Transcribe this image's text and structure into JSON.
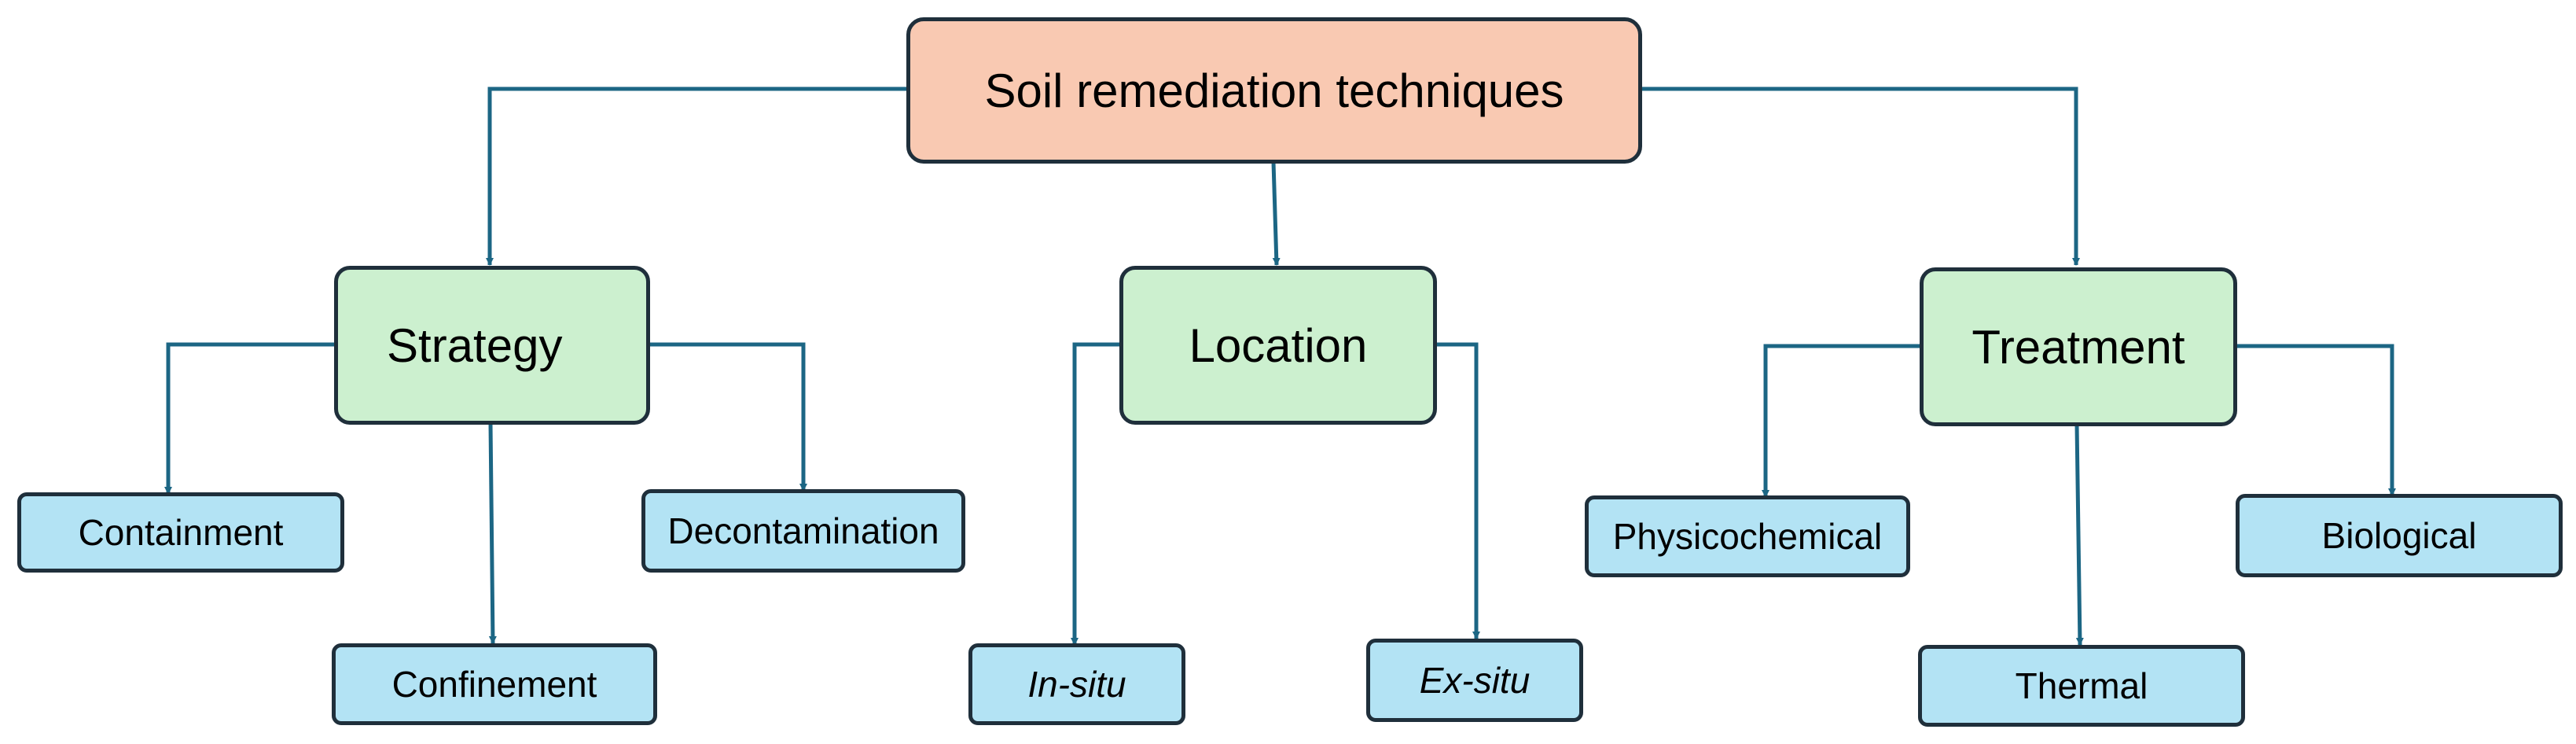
{
  "diagram": {
    "root": {
      "label": "Soil remediation techniques"
    },
    "categories": [
      {
        "label": "Strategy",
        "children": [
          "Containment",
          "Confinement",
          "Decontamination"
        ]
      },
      {
        "label": "Location",
        "children": [
          "In-situ",
          "Ex-situ"
        ]
      },
      {
        "label": "Treatment",
        "children": [
          "Physicochemical",
          "Thermal",
          "Biological"
        ]
      }
    ]
  },
  "colors": {
    "root_fill": "#f9c9b2",
    "category_fill": "#ccf0cf",
    "leaf_fill": "#b3e3f4",
    "border": "#1f2f3b",
    "connector": "#1c6684"
  }
}
